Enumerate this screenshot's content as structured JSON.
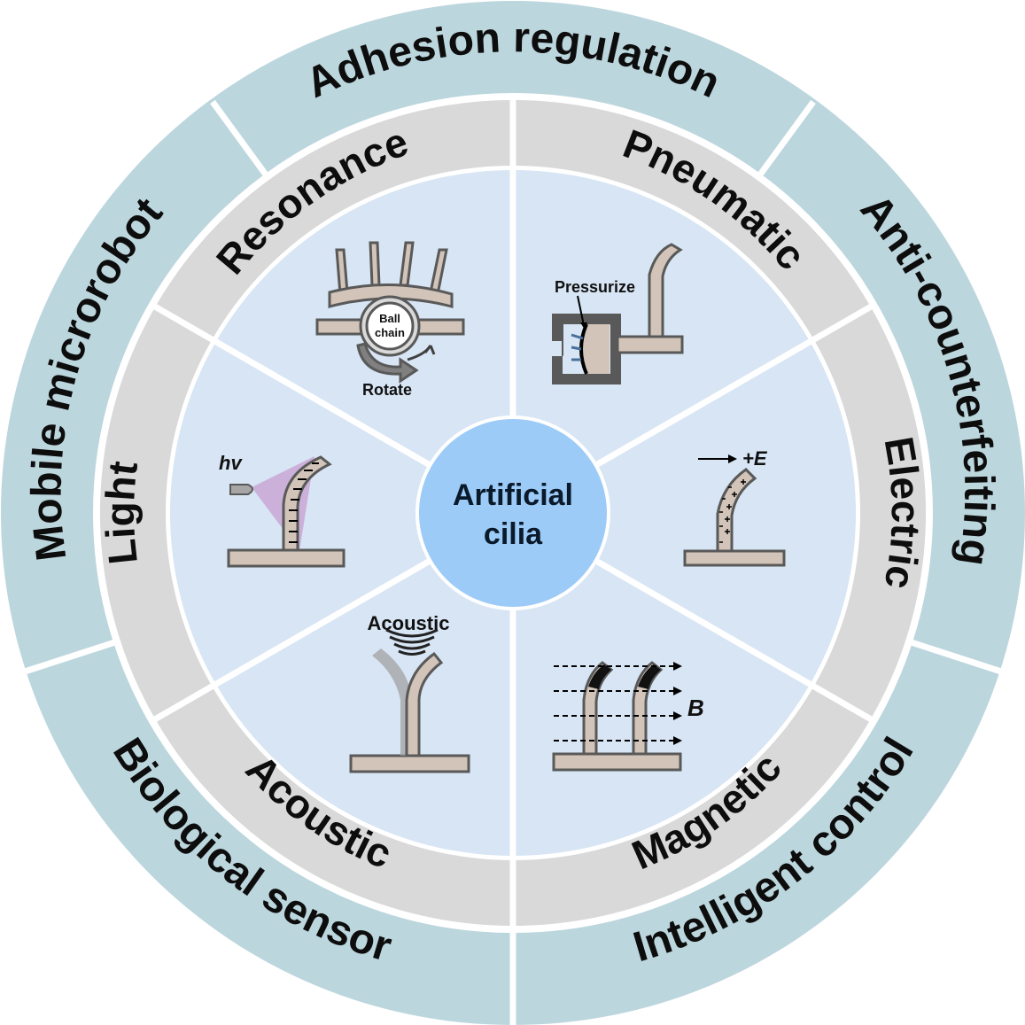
{
  "center": {
    "line1": "Artificial",
    "line2": "cilia"
  },
  "outer_ring": [
    {
      "label": "Adhesion regulation"
    },
    {
      "label": "Anti-counterfeiting"
    },
    {
      "label": "Intelligent control"
    },
    {
      "label": "Biological sensor"
    },
    {
      "label": "Mobile microrobot"
    }
  ],
  "middle_ring": [
    {
      "label": "Pneumatic"
    },
    {
      "label": "Electric"
    },
    {
      "label": "Magnetic"
    },
    {
      "label": "Acoustic"
    },
    {
      "label": "Light"
    },
    {
      "label": "Resonance"
    }
  ],
  "icons": {
    "pneumatic_label": "Pressurize",
    "electric_label": "+E",
    "magnetic_label": "B",
    "acoustic_label": "Acoustic",
    "light_label": "hv",
    "resonance_ball": [
      "Ball",
      "chain"
    ],
    "resonance_rotate": "Rotate"
  },
  "colors": {
    "outer_ring": "#bcd6de",
    "middle_ring": "#d9d9d9",
    "inner_disk": "#d7e5f4",
    "center": "#9ccbf7",
    "cilia": "#d2c4b8",
    "stroke": "#595959"
  }
}
